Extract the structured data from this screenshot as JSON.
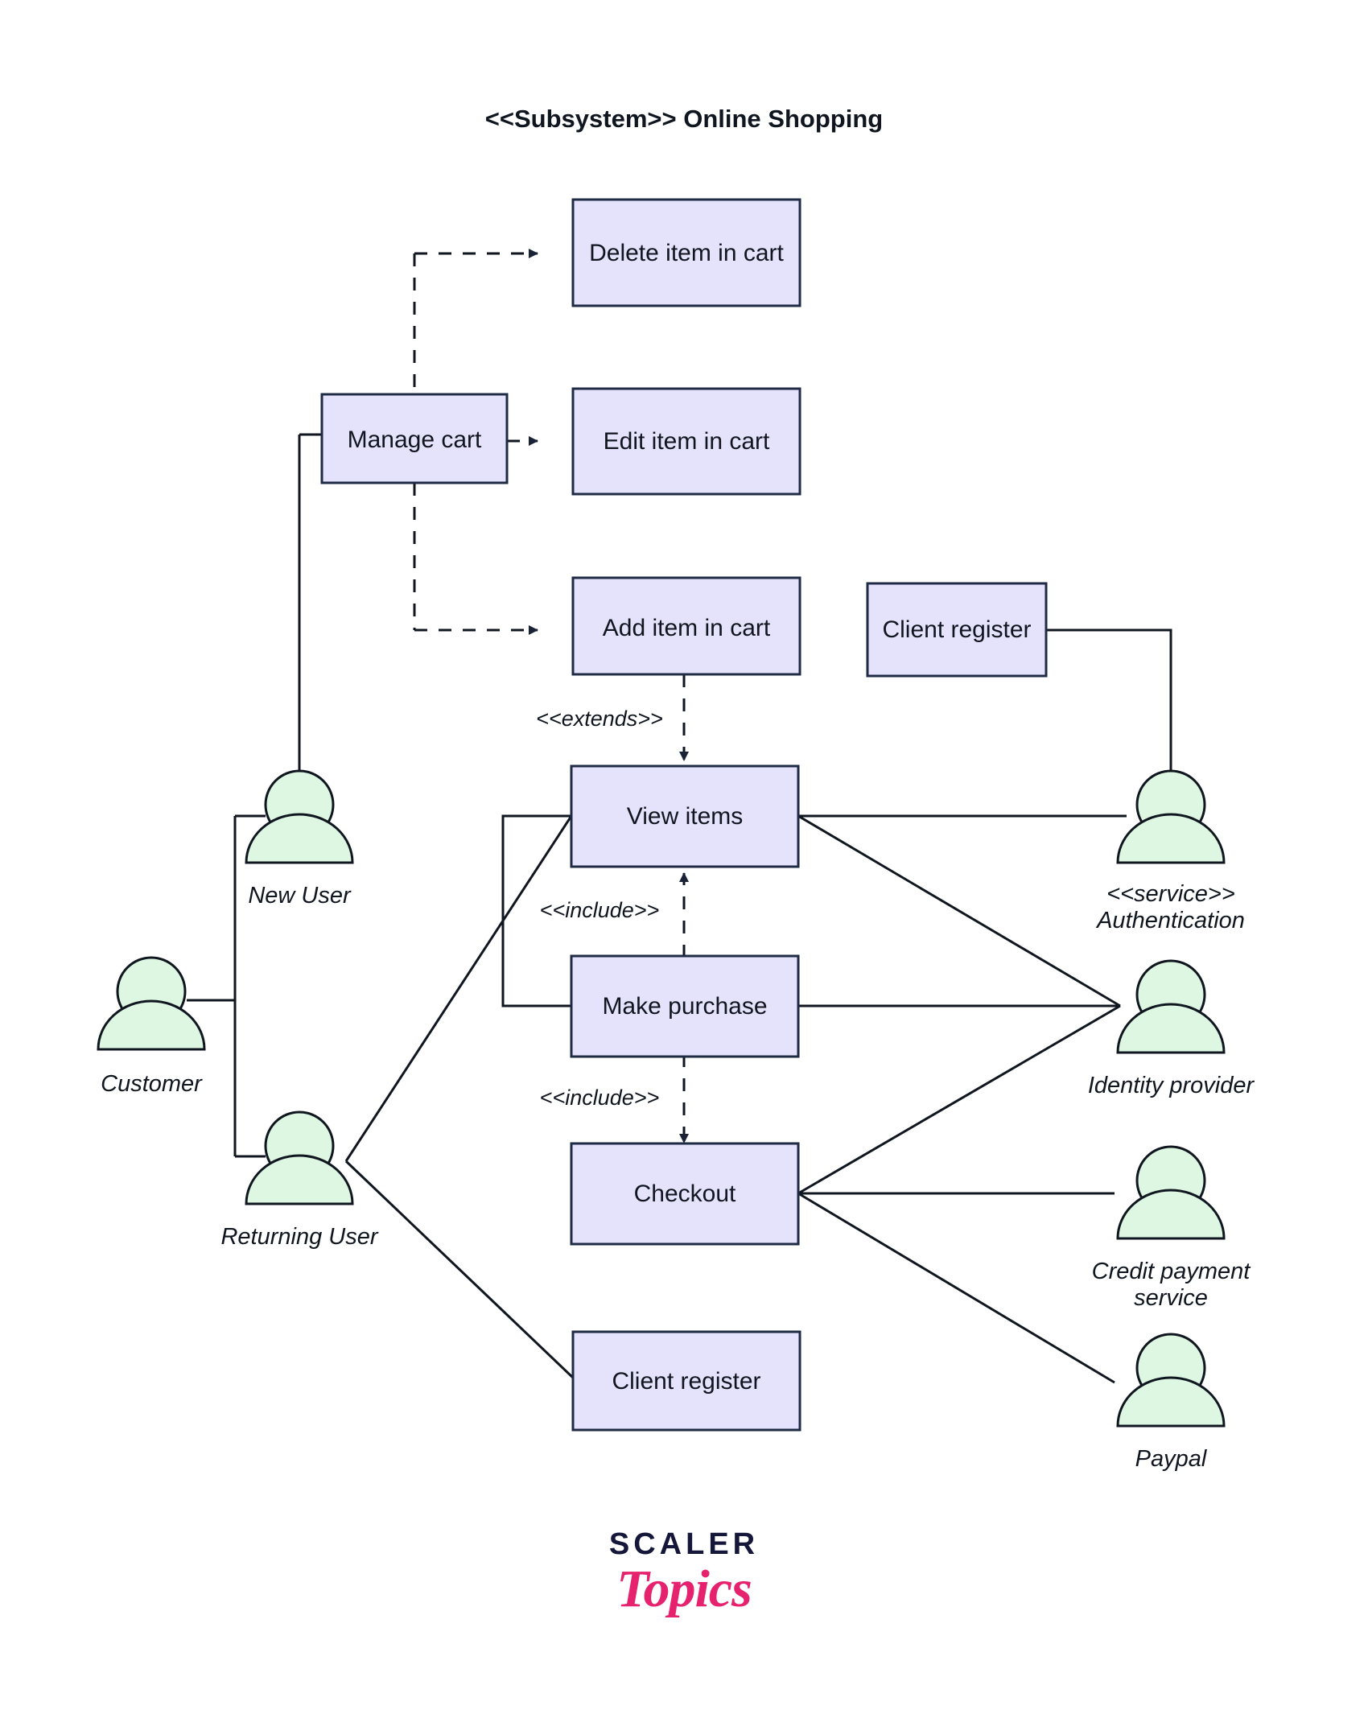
{
  "diagram": {
    "title": "<<Subsystem>> Online Shopping",
    "type": "uml-use-case-diagram",
    "colors": {
      "use_case_fill": "#e5e3fb",
      "use_case_border": "#1f2a44",
      "actor_fill": "#ddf7e2",
      "actor_border": "#10161f",
      "line": "#10161f",
      "background": "#ffffff",
      "brand_dark": "#15173a",
      "brand_pink": "#e6226e"
    }
  },
  "use_cases": [
    {
      "id": "delete_item",
      "label": "Delete item in cart"
    },
    {
      "id": "edit_item",
      "label": "Edit item in cart"
    },
    {
      "id": "manage_cart",
      "label": "Manage cart"
    },
    {
      "id": "add_item",
      "label": "Add item in cart"
    },
    {
      "id": "client_register_top",
      "label": "Client register"
    },
    {
      "id": "view_items",
      "label": "View items"
    },
    {
      "id": "make_purchase",
      "label": "Make purchase"
    },
    {
      "id": "checkout",
      "label": "Checkout"
    },
    {
      "id": "client_register_bottom",
      "label": "Client register"
    }
  ],
  "actors": [
    {
      "id": "new_user",
      "label": "New User",
      "lines": [
        "New User"
      ]
    },
    {
      "id": "customer",
      "label": "Customer",
      "lines": [
        "Customer"
      ]
    },
    {
      "id": "returning_user",
      "label": "Returning User",
      "lines": [
        "Returning User"
      ]
    },
    {
      "id": "authentication",
      "label": "<<service>> Authentication",
      "lines": [
        "<<service>>",
        "Authentication"
      ]
    },
    {
      "id": "identity_provider",
      "label": "Identity provider",
      "lines": [
        "Identity provider"
      ]
    },
    {
      "id": "credit_payment_service",
      "label": "Credit payment service",
      "lines": [
        "Credit payment",
        "service"
      ]
    },
    {
      "id": "paypal",
      "label": "Paypal",
      "lines": [
        "Paypal"
      ]
    }
  ],
  "relationship_labels": [
    {
      "id": "extends_add_view",
      "label": "<<extends>>",
      "from": "add_item",
      "to": "view_items",
      "kind": "dependency"
    },
    {
      "id": "include_make_view",
      "label": "<<include>>",
      "from": "make_purchase",
      "to": "view_items",
      "kind": "dependency"
    },
    {
      "id": "include_make_checkout",
      "label": "<<include>>",
      "from": "make_purchase",
      "to": "checkout",
      "kind": "dependency"
    }
  ],
  "brand": {
    "top": "SCALER",
    "bottom": "Topics"
  }
}
